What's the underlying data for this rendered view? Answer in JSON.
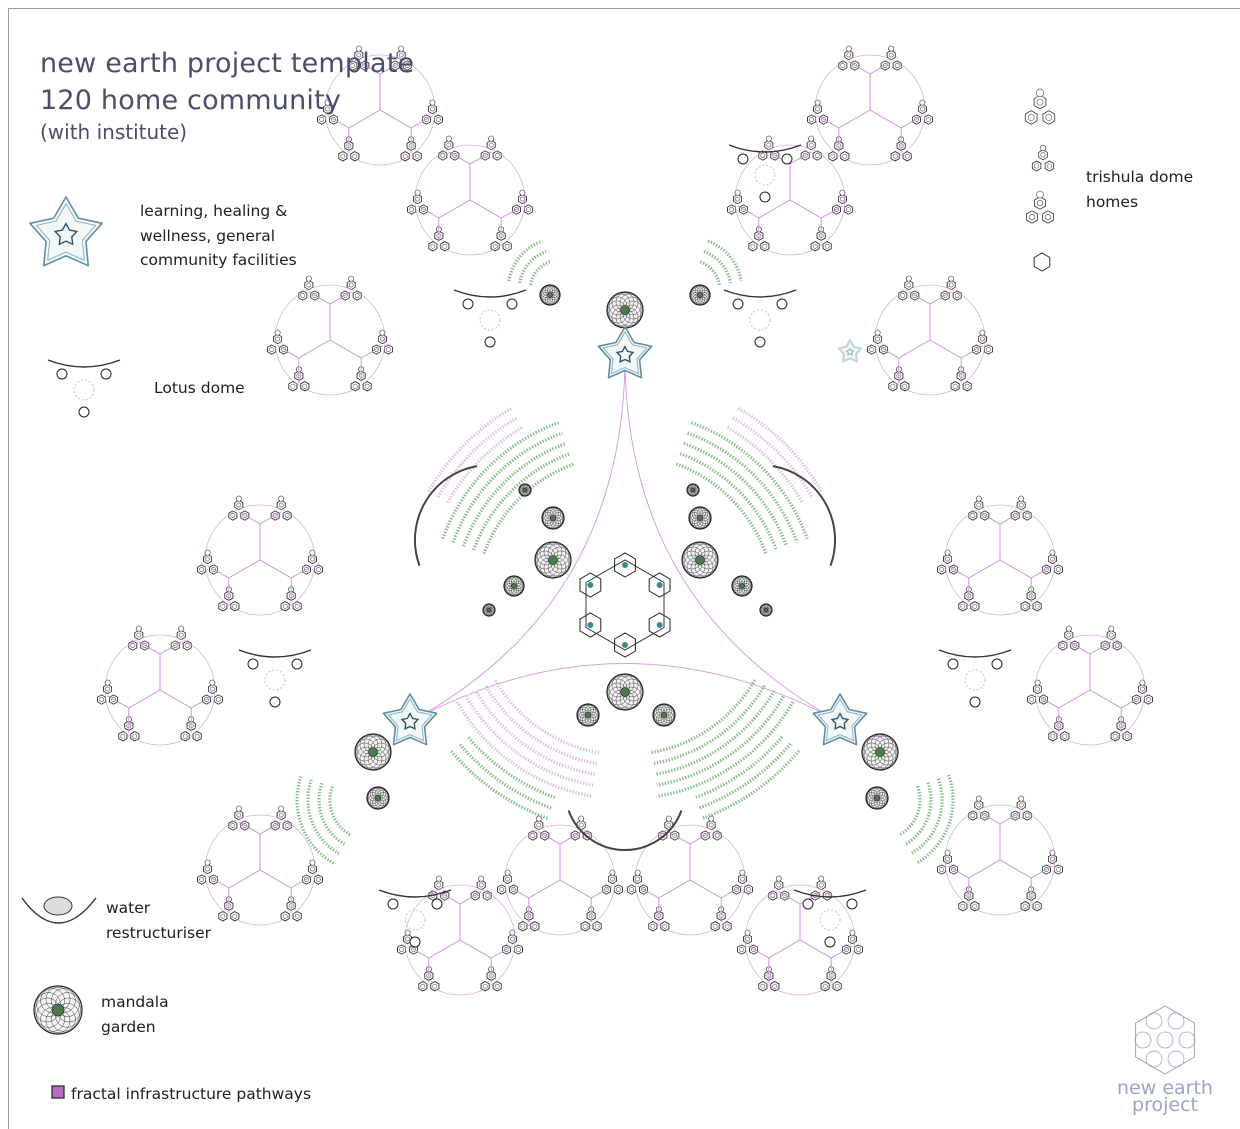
{
  "title": {
    "line1": "new earth project template",
    "line2": "120 home community",
    "line3": "(with institute)"
  },
  "legend": {
    "institute": "learning, healing & wellness, general community facilities",
    "lotus": "Lotus dome",
    "trishula": "trishula dome homes",
    "water": "water restructuriser",
    "mandala": "mandala garden",
    "pathways": "fractal infrastructure pathways"
  },
  "logo": {
    "line1": "new earth",
    "line2": "project"
  },
  "colors": {
    "title": "#4a4e6c",
    "pathway": "#c98bd6",
    "pathway_swatch": "#b46fbf",
    "garden_green": "#6fb073",
    "garden_pink": "#d8b2dd",
    "star_blue": "#5e8fa4",
    "logo": "#9aa6c4"
  }
}
